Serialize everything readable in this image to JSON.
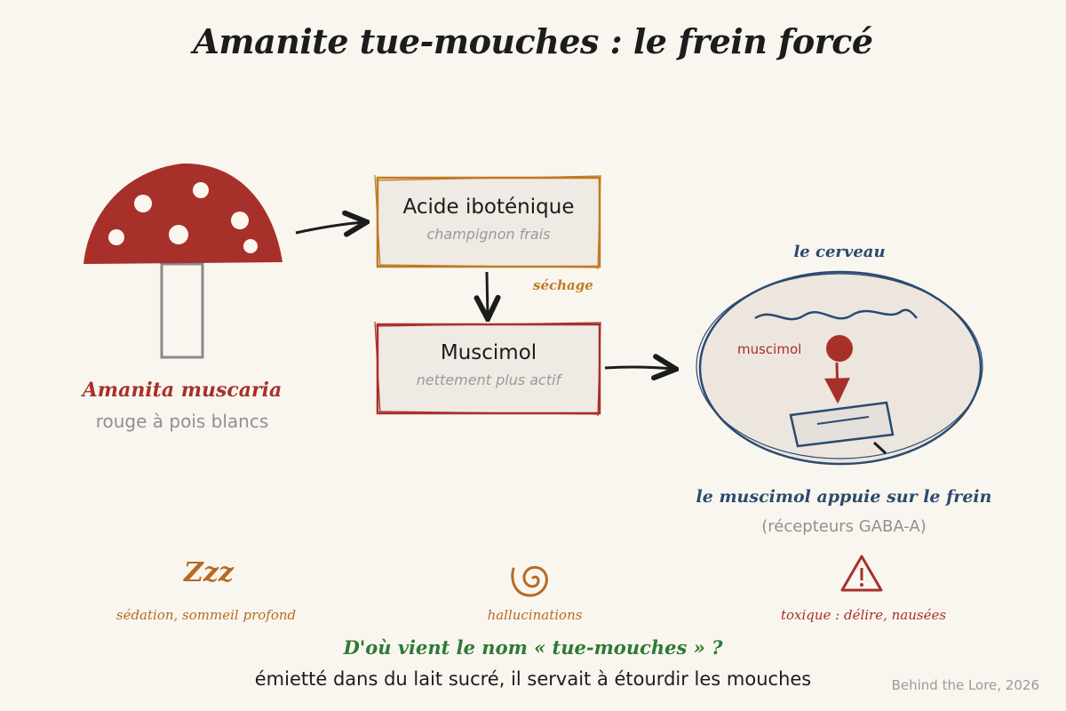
{
  "title": "Amanite tue-mouches : le frein forcé",
  "mushroom": {
    "name": "Amanita muscaria",
    "description": "rouge à pois blancs",
    "cap_color": "#a8302a"
  },
  "boxes": {
    "ibotenic": {
      "title": "Acide iboténique",
      "subtitle": "champignon frais",
      "border_color": "#c07a22"
    },
    "drying_label": "séchage",
    "muscimol": {
      "title": "Muscimol",
      "subtitle": "nettement plus actif",
      "border_color": "#a8302a"
    }
  },
  "brain": {
    "title": "le cerveau",
    "molecule_label": "muscimol",
    "caption": "le muscimol appuie sur le frein",
    "caption_detail": "(récepteurs GABA-A)",
    "outline_color": "#2c4a6e"
  },
  "effects": [
    {
      "icon": "zzz-icon",
      "glyph": "Zzz",
      "label": "sédation, sommeil profond",
      "color": "#b86a22"
    },
    {
      "icon": "spiral-icon",
      "label": "hallucinations",
      "color": "#b86a22"
    },
    {
      "icon": "warning-icon",
      "label": "toxique : délire, nausées",
      "color": "#a8302a"
    }
  ],
  "question": "D'où vient le nom « tue-mouches » ?",
  "answer": "émietté dans du lait sucré, il servait à étourdir les mouches",
  "credit": "Behind the Lore, 2026"
}
